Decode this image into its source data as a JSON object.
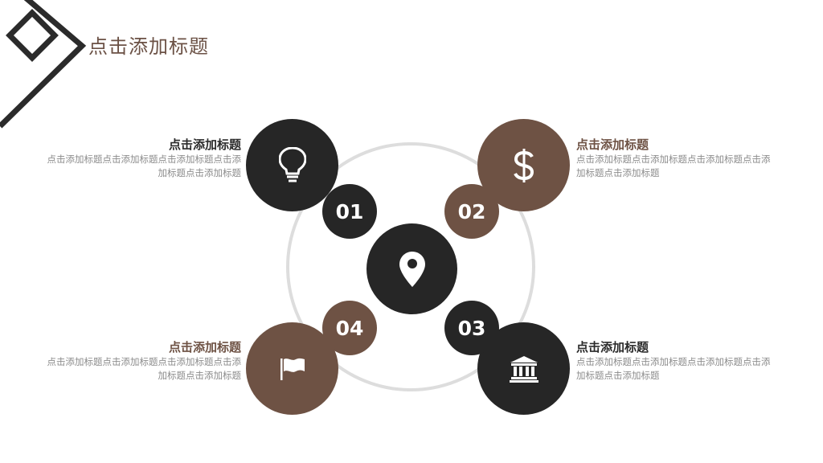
{
  "slide": {
    "title": "点击添加标题"
  },
  "colors": {
    "dark": "#262626",
    "brown": "#6e5244",
    "ring": "#dddddd",
    "body_text": "#8c8c8c"
  },
  "center": {
    "icon": "map-pin-icon"
  },
  "items": [
    {
      "number": "01",
      "icon": "lightbulb-icon",
      "title": "点击添加标题",
      "text": "点击添加标题点击添加标题点击添加标题点击添加标题点击添加标题"
    },
    {
      "number": "02",
      "icon": "dollar-icon",
      "title": "点击添加标题",
      "text": "点击添加标题点击添加标题点击添加标题点击添加标题点击添加标题"
    },
    {
      "number": "03",
      "icon": "bank-icon",
      "title": "点击添加标题",
      "text": "点击添加标题点击添加标题点击添加标题点击添加标题点击添加标题"
    },
    {
      "number": "04",
      "icon": "flag-icon",
      "title": "点击添加标题",
      "text": "点击添加标题点击添加标题点击添加标题点击添加标题点击添加标题"
    }
  ]
}
